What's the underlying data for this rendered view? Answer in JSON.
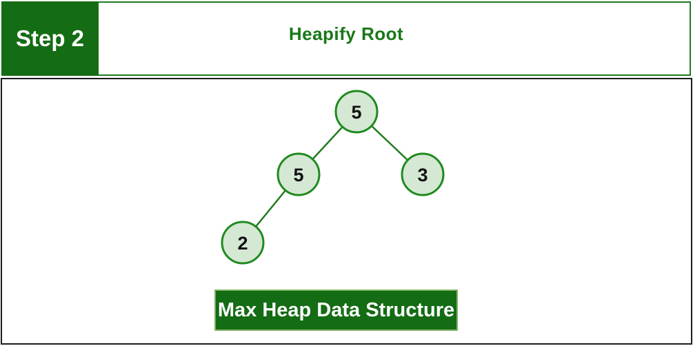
{
  "header": {
    "step_label": "Step 2",
    "title": "Heapify Root"
  },
  "caption": {
    "label": "Max Heap Data Structure"
  },
  "tree": {
    "type": "binary-tree",
    "description": "Max heap state while heapifying the root",
    "nodes": [
      {
        "id": "root",
        "label": "5"
      },
      {
        "id": "root-left",
        "label": "5"
      },
      {
        "id": "root-right",
        "label": "3"
      },
      {
        "id": "root-left-left",
        "label": "2"
      }
    ],
    "edges": [
      {
        "from": "root",
        "to": "root-left"
      },
      {
        "from": "root",
        "to": "root-right"
      },
      {
        "from": "root-left",
        "to": "root-left-left"
      }
    ]
  },
  "colors": {
    "box_green": "#146c14",
    "header_border_green": "#1f7a1f",
    "title_text_green": "#187818",
    "node_fill": "#d5e8d4",
    "node_stroke": "#1f8a1f",
    "edge_green": "#1f7a1f",
    "banner_border": "#82b366",
    "panel_border": "#1a1a1a",
    "text_white": "#ffffff",
    "node_text": "#111111"
  }
}
